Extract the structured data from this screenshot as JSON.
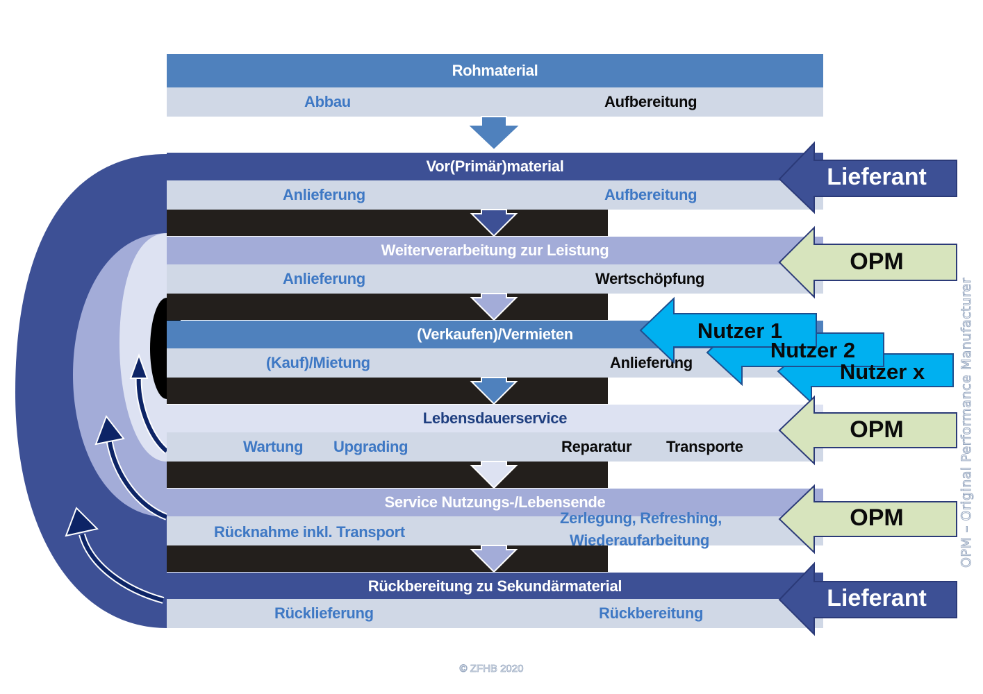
{
  "colors": {
    "rohmaterial": "#4f81bd",
    "primary_dark": "#3d5095",
    "lavender": "#a3acd8",
    "mid_blue": "#4f81bd",
    "pale": "#dde2f2",
    "sub_band": "#d0d8e6",
    "black_band": "#231f1c",
    "opm_fill": "#d7e4bd",
    "nutzer_fill": "#00b0f0",
    "label_blue": "#3e78c4"
  },
  "stages": [
    {
      "title": "Rohmaterial",
      "left": "Abbau",
      "right": "Aufbereitung"
    },
    {
      "title": "Vor(Primär)material",
      "left": "Anlieferung",
      "right": "Aufbereitung"
    },
    {
      "title": "Weiterverarbeitung zur Leistung",
      "left": "Anlieferung",
      "right": "Wertschöpfung"
    },
    {
      "title": "(Verkaufen)/Vermieten",
      "left": "(Kauf)/Mietung",
      "right": "Anlieferung"
    },
    {
      "title": "Lebensdauerservice",
      "left_1": "Wartung",
      "left_2": "Upgrading",
      "right_1": "Reparatur",
      "right_2": "Transporte"
    },
    {
      "title": "Service Nutzungs-/Lebensende",
      "left": "Rücknahme inkl. Transport",
      "right_line1": "Zerlegung, Refreshing,",
      "right_line2": "Wiederaufarbeitung"
    },
    {
      "title": "Rückbereitung zu Sekundärmaterial",
      "left": "Rücklieferung",
      "right": "Rückbereitung"
    }
  ],
  "actors": {
    "lieferant_top": "Lieferant",
    "opm_1": "OPM",
    "nutzer_1": "Nutzer 1",
    "nutzer_2": "Nutzer 2",
    "nutzer_x": "Nutzer x",
    "opm_2": "OPM",
    "opm_3": "OPM",
    "lieferant_bottom": "Lieferant"
  },
  "side_note": "OPM – Original Performance Manufacturer",
  "copyright": "© ZFHB 2020"
}
